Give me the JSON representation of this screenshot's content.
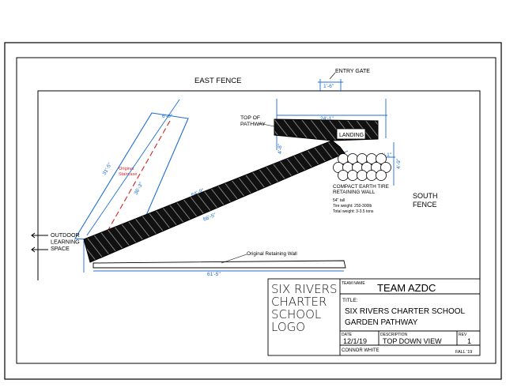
{
  "drawing": {
    "north_label": "EAST FENCE",
    "south_label": "SOUTH\nFENCE",
    "entry_gate": "ENTRY GATE",
    "top_of_pathway": "TOP OF\nPATHWAY",
    "landing": "LANDING",
    "outdoor_learning_space": "OUTDOOR\nLEARNING\nSPACE",
    "original_staircase": "Original\nStaircase",
    "original_retaining_wall": "Original Retaining Wall",
    "tire_wall": {
      "title": "COMPACT EARTH TIRE\nRETAINING WALL",
      "lines": [
        "54\" tall",
        "Tire weight: 250-300lb",
        "Total weight: 3-3.5 tons"
      ]
    },
    "dimensions": {
      "gate_width": "1'-6\"",
      "stair_top": "6'-8\"",
      "stair_left": "31'-5\"",
      "stair_right": "36'-3\"",
      "path_top": "64'-9\"",
      "path_bottom": "66'-5\"",
      "landing_top": "24'-1\"",
      "landing_left": "4'-8\"",
      "landing_right": "4'-9\"",
      "bottom_run": "61'-5\"",
      "right_small": "1'-1\""
    }
  },
  "title_block": {
    "logo_lines": [
      "SIX RIVERS",
      "CHARTER",
      "SCHOOL",
      "LOGO"
    ],
    "team_name_label": "TEAM NAME",
    "team_name": "TEAM AZDC",
    "title_label": "TITLE:",
    "title_lines": [
      "SIX RIVERS CHARTER SCHOOL",
      "GARDEN PATHWAY"
    ],
    "date_label": "DATE",
    "date": "12/1/19",
    "description_label": "DESCRIPTION",
    "description": "TOP DOWN VIEW",
    "rev_label": "REV",
    "rev": "1",
    "drafter": "CONNOR WHITE",
    "term": "FALL '19"
  }
}
